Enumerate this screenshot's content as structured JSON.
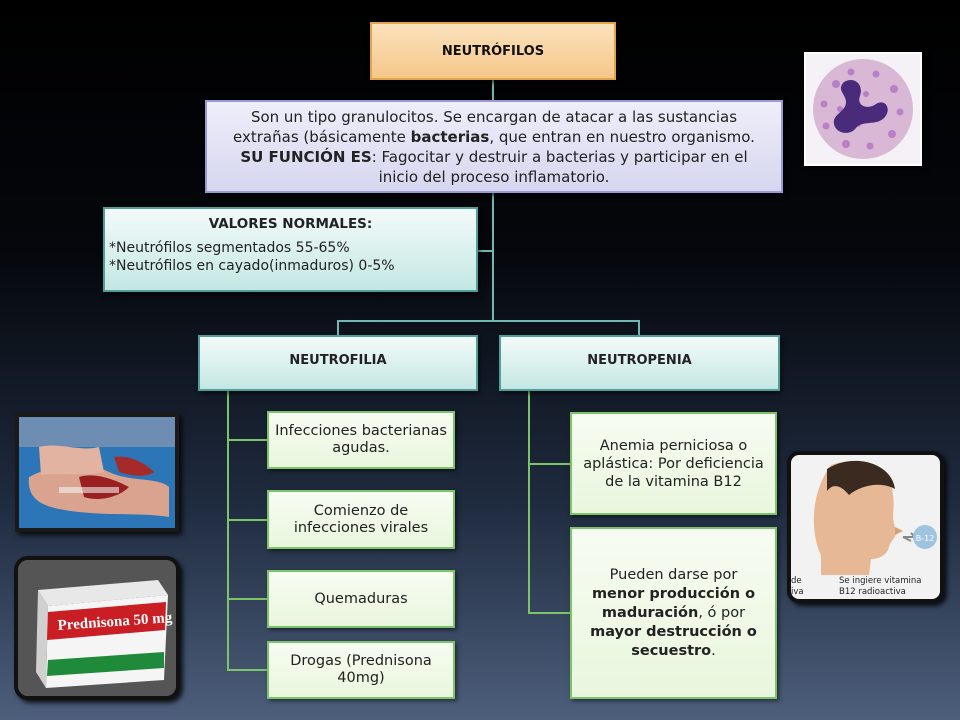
{
  "root": {
    "title": "NEUTRÓFILOS"
  },
  "description": {
    "line1": "Son un tipo granulocitos. Se encargan de atacar a las sustancias",
    "line2_a": "extrañas (básicamente ",
    "line2_bold": "bacterias",
    "line2_b": ", que entran en nuestro organismo.",
    "line3_bold": "SU FUNCIÓN ES",
    "line3_a": ": Fagocitar y destruir a bacterias y participar en el",
    "line4": "inicio del proceso inflamatorio."
  },
  "normal_values": {
    "title": "VALORES NORMALES:",
    "item1": "*Neutrófilos segmentados 55-65%",
    "item2": "*Neutrófilos en cayado(inmaduros) 0-5%"
  },
  "neutrofilia": {
    "title": "NEUTROFILIA",
    "items": [
      "Infecciones bacterianas agudas.",
      "Comienzo de infecciones virales",
      "Quemaduras",
      "Drogas (Prednisona 40mg)"
    ]
  },
  "neutropenia": {
    "title": "NEUTROPENIA",
    "item1": "Anemia perniciosa o aplástica: Por deficiencia de la vitamina B12",
    "item2": {
      "a": "Pueden darse por ",
      "bold1": "menor producción o maduración",
      "b": ", ó por ",
      "bold2": "mayor destrucción o secuestro",
      "c": "."
    }
  },
  "images": {
    "med_box_brand": "Prednisona 50 mg",
    "b12_badge": "B-12",
    "b12_caption_line1": "Se ingiere vitamina",
    "b12_caption_line2": "B12 radioactiva",
    "b12_caption_left_line1": "de",
    "b12_caption_left_line2": "iva"
  },
  "colors": {
    "root_fill": "#f7cf96",
    "root_border": "#e3a447",
    "description_fill": "#dcdcf1",
    "mint_border": "#4f9f9a",
    "leaf_border": "#7cc36a"
  }
}
